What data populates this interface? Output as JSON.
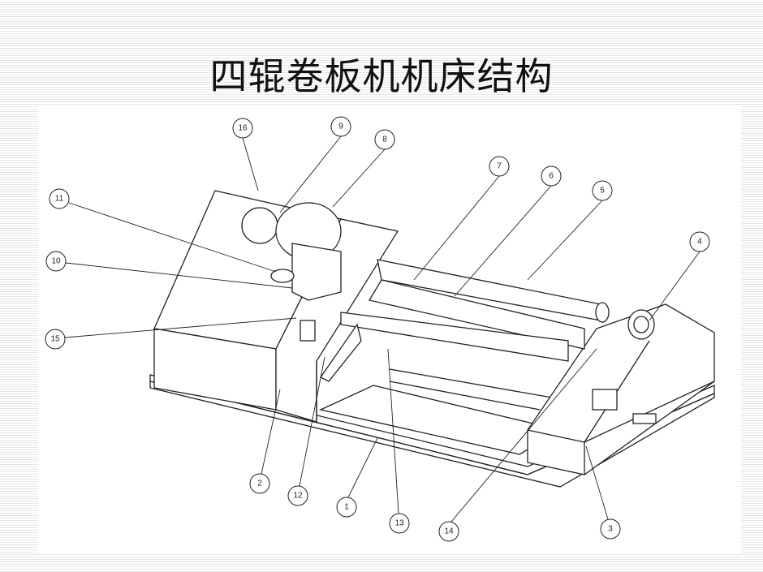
{
  "title": "四辊卷板机机床结构",
  "callouts": [
    {
      "label": "16"
    },
    {
      "label": "9"
    },
    {
      "label": "8"
    },
    {
      "label": "7"
    },
    {
      "label": "6"
    },
    {
      "label": "5"
    },
    {
      "label": "4"
    },
    {
      "label": "11"
    },
    {
      "label": "10"
    },
    {
      "label": "15"
    },
    {
      "label": "2"
    },
    {
      "label": "12"
    },
    {
      "label": "1"
    },
    {
      "label": "13"
    },
    {
      "label": "14"
    },
    {
      "label": "3"
    }
  ]
}
